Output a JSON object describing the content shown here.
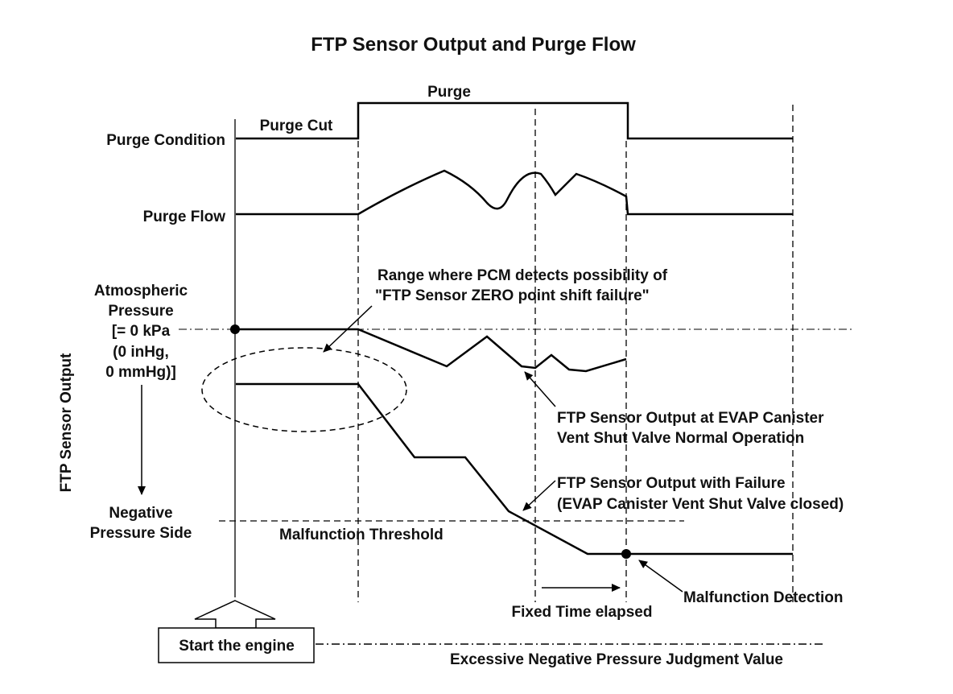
{
  "diagram": {
    "title": "FTP Sensor Output and Purge Flow",
    "purge_label": "Purge",
    "purge_cut_label": "Purge Cut",
    "purge_condition_label": "Purge Condition",
    "purge_flow_label": "Purge Flow",
    "atmospheric_pressure_lines": [
      "Atmospheric",
      "Pressure",
      "[= 0 kPa",
      "(0 inHg,",
      "0 mmHg)]"
    ],
    "negative_pressure_lines": [
      "Negative",
      "Pressure Side"
    ],
    "y_axis_label": "FTP Sensor Output",
    "range_note_lines": [
      "Range where PCM detects possibility of",
      "\"FTP Sensor ZERO point shift failure\""
    ],
    "normal_operation_lines": [
      "FTP Sensor Output at EVAP Canister",
      "Vent Shut Valve Normal Operation"
    ],
    "failure_lines": [
      "FTP Sensor Output with Failure",
      "(EVAP Canister Vent Shut Valve closed)"
    ],
    "malfunction_threshold_label": "Malfunction Threshold",
    "malfunction_detection_label": "Malfunction Detection",
    "fixed_time_label": "Fixed Time elapsed",
    "start_engine_label": "Start the engine",
    "excessive_negative_label": "Excessive Negative Pressure Judgment Value"
  }
}
